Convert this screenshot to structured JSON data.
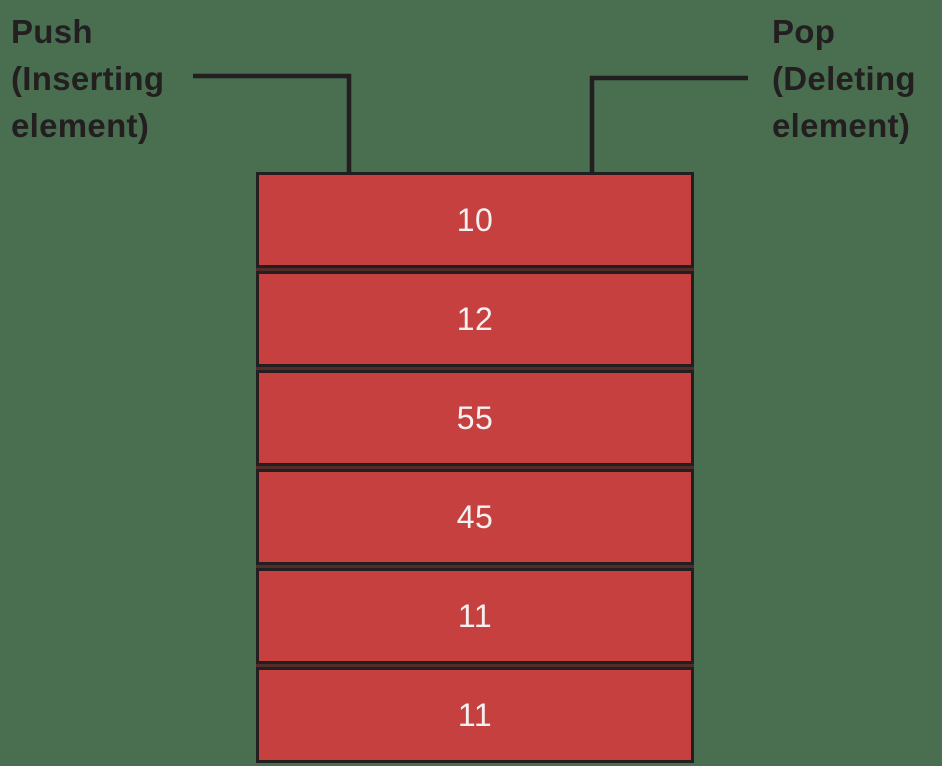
{
  "diagram": {
    "title_semantic": "stack-push-pop-diagram",
    "push_label": {
      "line1": "Push",
      "line2": "(Inserting",
      "line3": "element)"
    },
    "pop_label": {
      "line1": "Pop",
      "line2": "(Deleting",
      "line3": "element)"
    },
    "stack": {
      "items": [
        "10",
        "12",
        "55",
        "45",
        "11",
        "11"
      ],
      "top_item": "10",
      "order_note": "top of stack is first item"
    },
    "colors": {
      "background": "#496F50",
      "cell_fill": "#C5403F",
      "border_and_text": "#231F20",
      "value_text": "#F4F1F0",
      "cell_gap_line": "#512C29"
    }
  }
}
